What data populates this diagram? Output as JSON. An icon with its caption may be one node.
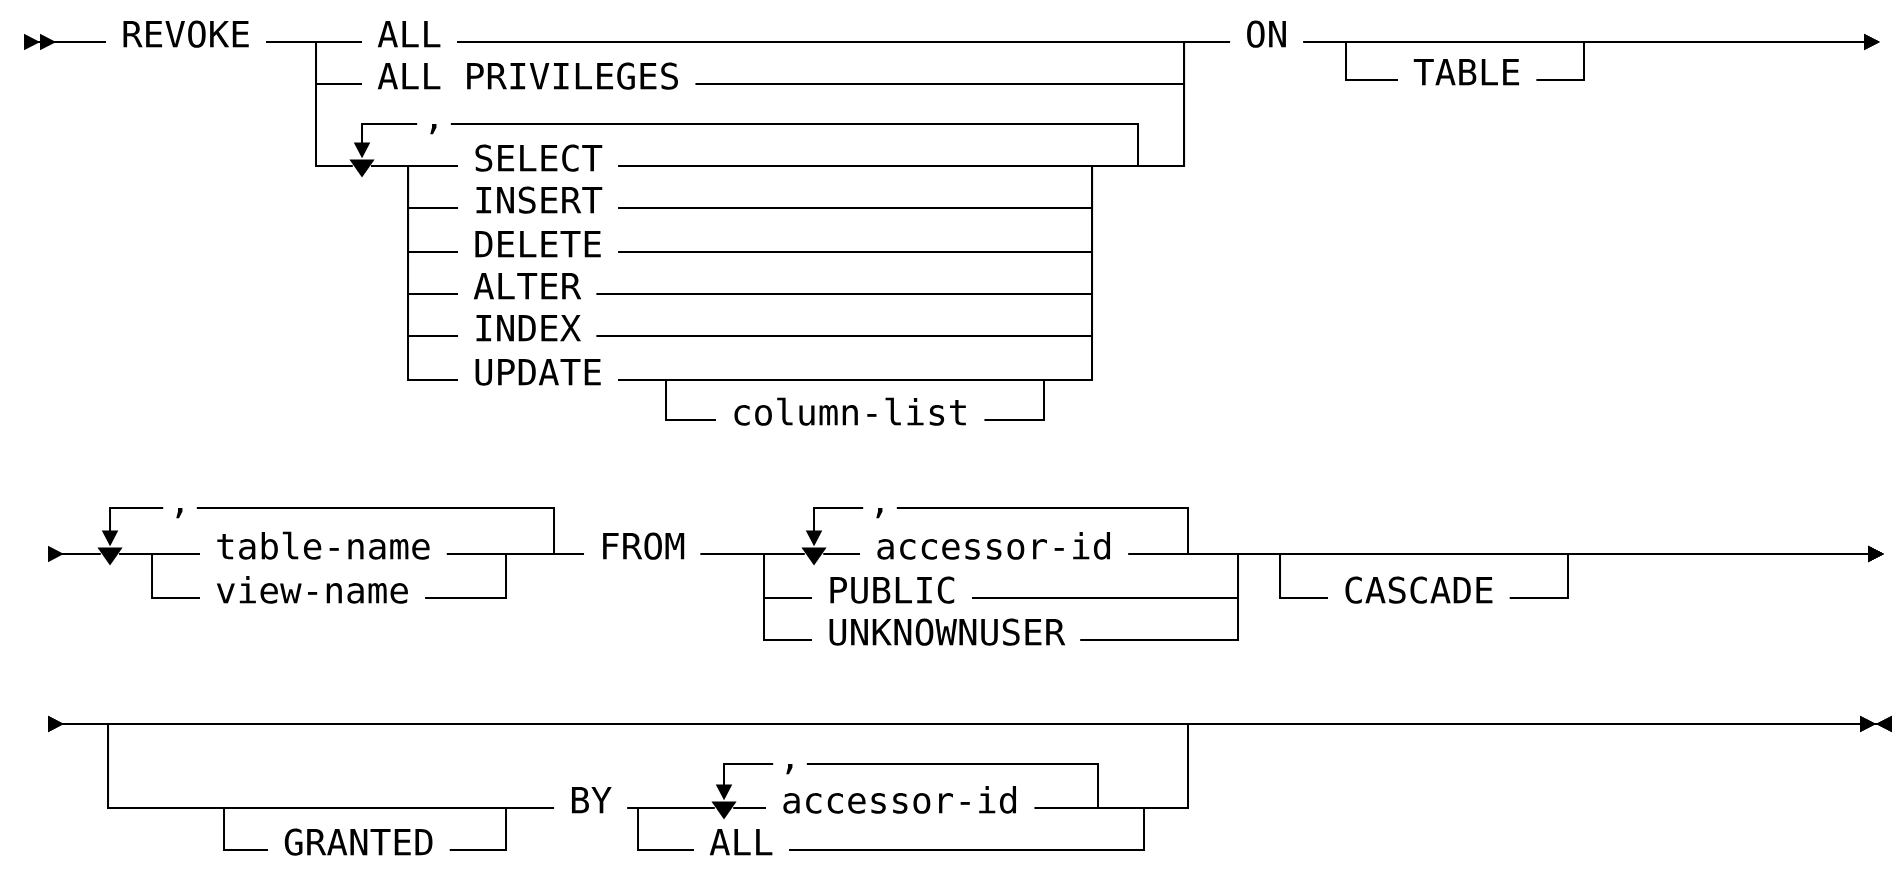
{
  "diagram": {
    "nodes": [
      {
        "text": [
          "REVOKE"
        ]
      },
      {
        "text": [
          "ALL"
        ]
      },
      {
        "text": [
          "ALL PRIVILEGES"
        ]
      },
      {
        "text": [
          "SELECT"
        ]
      },
      {
        "text": [
          "INSERT"
        ]
      },
      {
        "text": [
          "DELETE"
        ]
      },
      {
        "text": [
          "ALTER"
        ]
      },
      {
        "text": [
          "INDEX"
        ]
      },
      {
        "text": [
          "UPDATE"
        ]
      },
      {
        "text": [
          "column-list"
        ]
      },
      {
        "text": [
          "ON"
        ]
      },
      {
        "text": [
          "TABLE"
        ]
      },
      {
        "text": [
          "table-name"
        ]
      },
      {
        "text": [
          "view-name"
        ]
      },
      {
        "text": [
          "FROM"
        ]
      },
      {
        "text": [
          "accessor-id"
        ]
      },
      {
        "text": [
          "PUBLIC"
        ]
      },
      {
        "text": [
          "UNKNOWNUSER"
        ]
      },
      {
        "text": [
          "CASCADE"
        ]
      },
      {
        "text": [
          "GRANTED"
        ]
      },
      {
        "text": [
          "BY"
        ]
      },
      {
        "text": [
          "accessor-id"
        ]
      },
      {
        "text": [
          "ALL"
        ]
      },
      {
        "text": [],
        "shape": "triangle"
      },
      {
        "text": [],
        "shape": "triangle"
      },
      {
        "text": [],
        "shape": "triangle"
      },
      {
        "text": [],
        "shape": "triangle"
      }
    ],
    "edges": [
      {
        "from": null,
        "to": 0,
        "arrow": "to"
      },
      {
        "from": 0,
        "to": 1,
        "arrow": "none"
      },
      {
        "from": 0,
        "to": 2,
        "arrow": "none"
      },
      {
        "from": 0,
        "to": 23,
        "arrow": "none"
      },
      {
        "from": 23,
        "to": 3,
        "arrow": "none"
      },
      {
        "from": 23,
        "to": 4,
        "arrow": "none"
      },
      {
        "from": 23,
        "to": 5,
        "arrow": "none"
      },
      {
        "from": 23,
        "to": 6,
        "arrow": "none"
      },
      {
        "from": 23,
        "to": 7,
        "arrow": "none"
      },
      {
        "from": 23,
        "to": 8,
        "arrow": "none"
      },
      {
        "from": 8,
        "to": 9,
        "arrow": "none"
      },
      {
        "from": 1,
        "to": 10,
        "arrow": "none"
      },
      {
        "from": 2,
        "to": 10,
        "arrow": "none"
      },
      {
        "from": 3,
        "to": 10,
        "arrow": "none"
      },
      {
        "from": 4,
        "to": 10,
        "arrow": "none"
      },
      {
        "from": 5,
        "to": 10,
        "arrow": "none"
      },
      {
        "from": 6,
        "to": 10,
        "arrow": "none"
      },
      {
        "from": 7,
        "to": 10,
        "arrow": "none"
      },
      {
        "from": 8,
        "to": 10,
        "arrow": "none"
      },
      {
        "from": 9,
        "to": 10,
        "arrow": "none"
      },
      {
        "from": 10,
        "to": null,
        "arrow": "to"
      },
      {
        "from": 10,
        "to": 11,
        "arrow": "none"
      },
      {
        "from": 11,
        "to": null,
        "arrow": "to"
      },
      {
        "from": null,
        "to": 23,
        "arrow": "to",
        "label": ","
      },
      {
        "from": null,
        "to": 24,
        "arrow": "to"
      },
      {
        "from": 24,
        "to": 12,
        "arrow": "none"
      },
      {
        "from": 24,
        "to": 13,
        "arrow": "none"
      },
      {
        "from": null,
        "to": 24,
        "arrow": "to",
        "label": ","
      },
      {
        "from": 12,
        "to": 14,
        "arrow": "none"
      },
      {
        "from": 13,
        "to": 14,
        "arrow": "none"
      },
      {
        "from": 14,
        "to": 25,
        "arrow": "none"
      },
      {
        "from": 25,
        "to": 15,
        "arrow": "none"
      },
      {
        "from": 14,
        "to": 16,
        "arrow": "none"
      },
      {
        "from": 14,
        "to": 17,
        "arrow": "none"
      },
      {
        "from": null,
        "to": 25,
        "arrow": "to",
        "label": ","
      },
      {
        "from": 15,
        "to": null,
        "arrow": "to"
      },
      {
        "from": 16,
        "to": null,
        "arrow": "to"
      },
      {
        "from": 17,
        "to": null,
        "arrow": "to"
      },
      {
        "from": 15,
        "to": 18,
        "arrow": "none"
      },
      {
        "from": 16,
        "to": 18,
        "arrow": "none"
      },
      {
        "from": 17,
        "to": 18,
        "arrow": "none"
      },
      {
        "from": 18,
        "to": null,
        "arrow": "to"
      },
      {
        "from": null,
        "to": 19,
        "arrow": "to"
      },
      {
        "from": null,
        "to": 20,
        "arrow": "to"
      },
      {
        "from": 19,
        "to": 20,
        "arrow": "none"
      },
      {
        "from": 20,
        "to": 26,
        "arrow": "none"
      },
      {
        "from": 26,
        "to": 21,
        "arrow": "none"
      },
      {
        "from": 20,
        "to": 22,
        "arrow": "none"
      },
      {
        "from": null,
        "to": 26,
        "arrow": "to",
        "label": ","
      },
      {
        "from": 21,
        "to": null,
        "arrow": "to"
      },
      {
        "from": 22,
        "to": null,
        "arrow": "to"
      }
    ]
  }
}
